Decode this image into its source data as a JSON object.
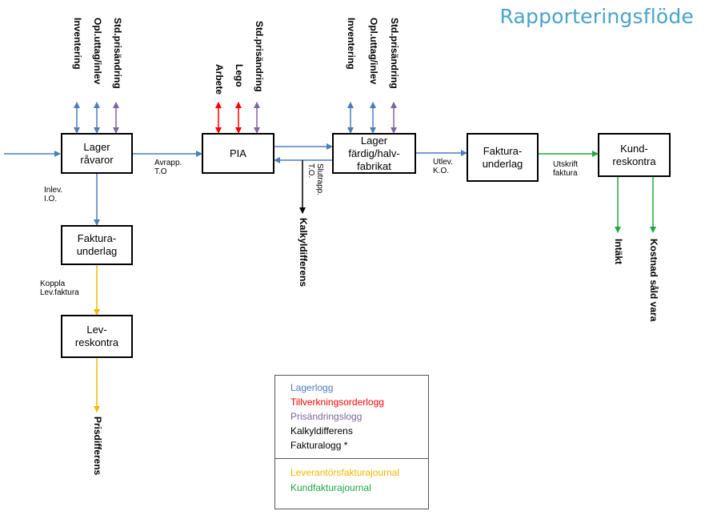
{
  "title": "Rapporteringsflöde",
  "colors": {
    "lagerlogg": "#4a7ebb",
    "tillverkning": "#ff0000",
    "prisandring": "#8064a2",
    "kalkyl": "#000000",
    "leverantor": "#f5b800",
    "kund": "#1fa83f"
  },
  "boxes": {
    "lager_ravaror": "Lager\nråvaror",
    "pia": "PIA",
    "lager_fardig": "Lager\nfärdig/halv-\nfabrikat",
    "faktura_underlag_top": "Faktura-\nunderlag",
    "kund_reskontra": "Kund-\nreskontra",
    "faktura_underlag_left": "Faktura-\nunderlag",
    "lev_reskontra": "Lev-\nreskontra"
  },
  "top_labels": {
    "group1": [
      "Inventering",
      "Opl.uttag/inlev",
      "Std.prisändring"
    ],
    "pia": [
      "Arbete",
      "Lego",
      "Std.prisändring"
    ],
    "group3": [
      "Inventering",
      "Opl.uttag/inlev",
      "Std.prisändring"
    ]
  },
  "bottom_labels": {
    "kalkyldifferens": "Kalkyldifferens",
    "intakt": "Intäkt",
    "kostnad": "Kostnad såld vara",
    "prisdifferens": "Prisdifferens"
  },
  "flow_labels": {
    "avrapp": "Avrapp.\nT.O",
    "slutrapp": "Slutrapp.\nT.O.",
    "utlev": "Utlev.\nK.O.",
    "utskrift": "Utskrift\nfaktura",
    "inlev": "Inlev.\nI.O.",
    "koppla": "Koppla\nLev.faktura"
  },
  "legend": {
    "items": [
      {
        "label": "Lagerlogg",
        "color": "#4a7ebb"
      },
      {
        "label": "Tillverkningsorderlogg",
        "color": "#ff0000"
      },
      {
        "label": "Prisändringslogg",
        "color": "#8064a2"
      },
      {
        "label": "Kalkyldifferens",
        "color": "#000000"
      },
      {
        "label": "Fakturalogg *",
        "color": "#000000"
      },
      {
        "label": "Leverantörsfakturajournal",
        "color": "#f5b800"
      },
      {
        "label": "Kundfakturajournal",
        "color": "#1fa83f"
      }
    ]
  }
}
